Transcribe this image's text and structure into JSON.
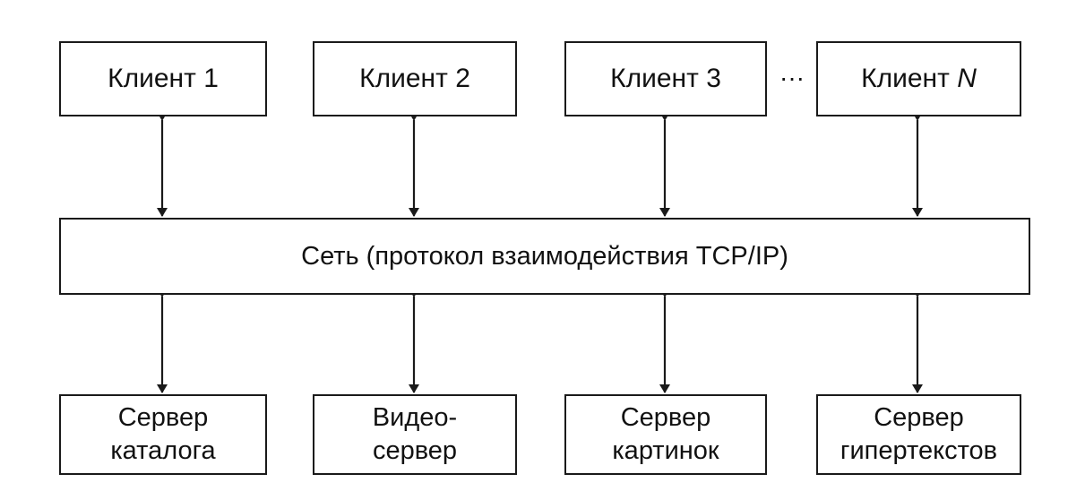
{
  "diagram": {
    "clients": [
      {
        "prefix": "Клиент ",
        "suffix": "1",
        "suffix_italic": false
      },
      {
        "prefix": "Клиент ",
        "suffix": "2",
        "suffix_italic": false
      },
      {
        "prefix": "Клиент ",
        "suffix": "3",
        "suffix_italic": false
      },
      {
        "prefix": "Клиент ",
        "suffix": "N",
        "suffix_italic": true
      }
    ],
    "ellipsis": "···",
    "network": "Сеть (протокол взаимодействия TCP/IP)",
    "servers": [
      {
        "line1": "Сервер",
        "line2": "каталога"
      },
      {
        "line1": "Видео-",
        "line2": "сервер"
      },
      {
        "line1": "Сервер",
        "line2": "картинок"
      },
      {
        "line1": "Сервер",
        "line2": "гипертекстов"
      }
    ]
  }
}
